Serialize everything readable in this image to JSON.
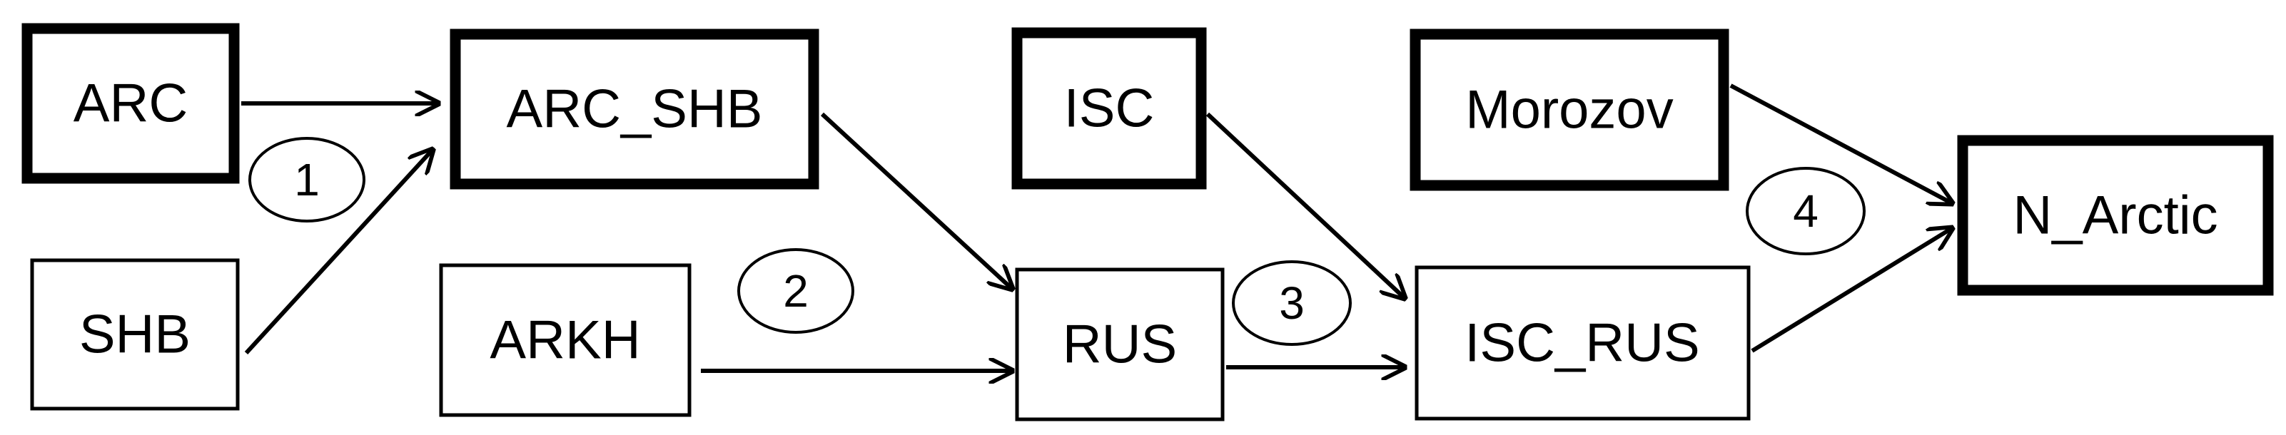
{
  "nodes": {
    "arc": {
      "label": "ARC",
      "emphasis": "thick"
    },
    "arc_shb": {
      "label": "ARC_SHB",
      "emphasis": "thick"
    },
    "isc": {
      "label": "ISC",
      "emphasis": "thick"
    },
    "morozov": {
      "label": "Morozov",
      "emphasis": "thick"
    },
    "n_arctic": {
      "label": "N_Arctic",
      "emphasis": "thick"
    },
    "shb": {
      "label": "SHB",
      "emphasis": "thin"
    },
    "arkh": {
      "label": "ARKH",
      "emphasis": "thin"
    },
    "rus": {
      "label": "RUS",
      "emphasis": "thin"
    },
    "isc_rus": {
      "label": "ISC_RUS",
      "emphasis": "thin"
    }
  },
  "edges": [
    {
      "from": "ARC",
      "to": "ARC_SHB"
    },
    {
      "from": "SHB",
      "to": "ARC_SHB"
    },
    {
      "from": "ARC_SHB",
      "to": "RUS"
    },
    {
      "from": "ARKH",
      "to": "RUS"
    },
    {
      "from": "ISC",
      "to": "ISC_RUS"
    },
    {
      "from": "RUS",
      "to": "ISC_RUS"
    },
    {
      "from": "Morozov",
      "to": "N_Arctic"
    },
    {
      "from": "ISC_RUS",
      "to": "N_Arctic"
    }
  ],
  "steps": {
    "s1": "1",
    "s2": "2",
    "s3": "3",
    "s4": "4"
  },
  "colors": {
    "stroke": "#000000",
    "fill": "#ffffff"
  }
}
